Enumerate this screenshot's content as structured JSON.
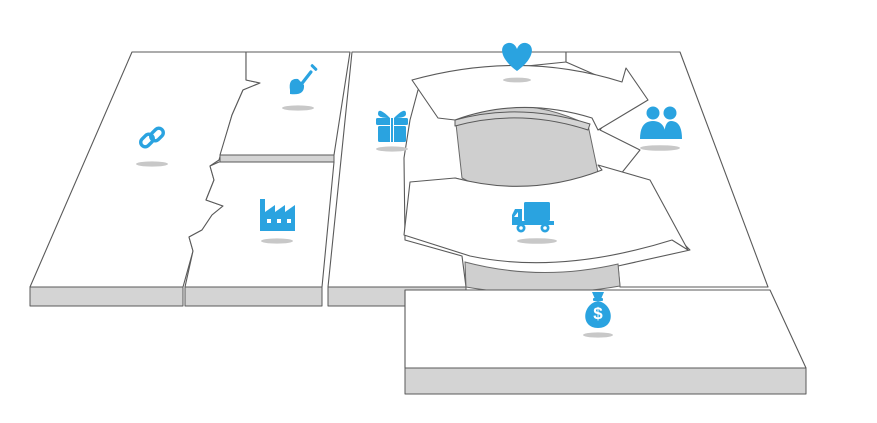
{
  "colors": {
    "icon": "#2aa3e0",
    "tile_top": "#ffffff",
    "tile_side": "#d4d4d4",
    "outline": "#5a5a5a"
  },
  "blocks": [
    {
      "id": "key-partners",
      "icon": "link-icon"
    },
    {
      "id": "key-activities",
      "icon": "shovel-icon"
    },
    {
      "id": "key-resources",
      "icon": "factory-icon"
    },
    {
      "id": "value-propositions",
      "icon": "gift-icon"
    },
    {
      "id": "customer-relationships",
      "icon": "heart-icon"
    },
    {
      "id": "customer-segments",
      "icon": "users-icon"
    },
    {
      "id": "channels",
      "icon": "truck-icon"
    },
    {
      "id": "revenue-streams",
      "icon": "money-bag-icon"
    }
  ]
}
